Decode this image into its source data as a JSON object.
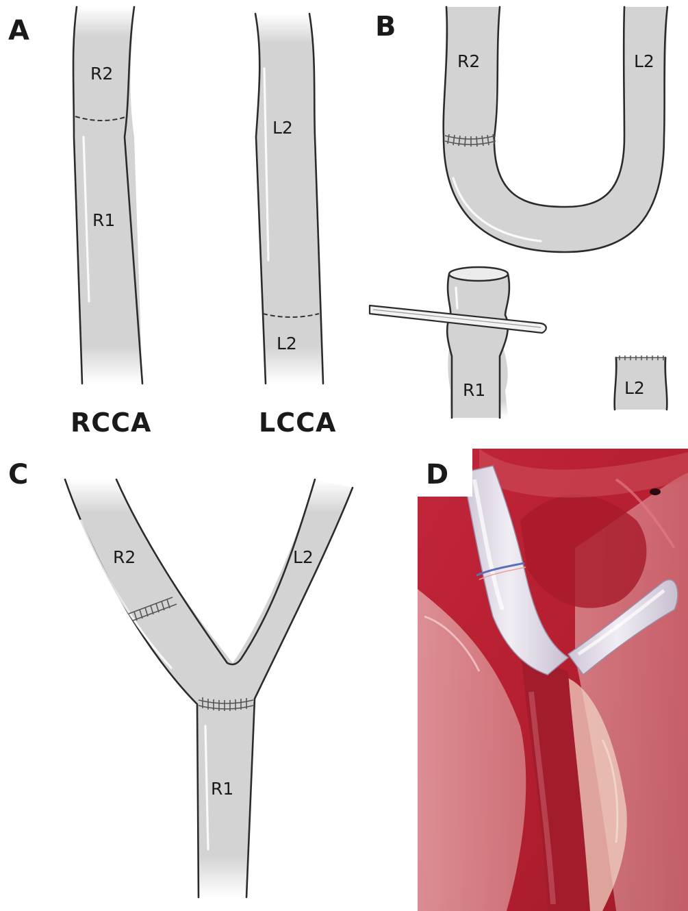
{
  "colors": {
    "vessel_fill": "#d3d3d3",
    "vessel_edge": "#2b2b2b",
    "tissue_red": "#b8202c",
    "artery_white": "#e9e4ee"
  },
  "panels": {
    "a": {
      "letter": "A",
      "right_vessel": {
        "title": "RCCA",
        "upper_label": "R2",
        "lower_label": "R1"
      },
      "left_vessel": {
        "title": "LCCA",
        "upper_label": "L2",
        "lower_label": "L2"
      }
    },
    "b": {
      "letter": "B",
      "loop_left_label": "R2",
      "loop_right_label": "L2",
      "clamped_label": "R1",
      "stump_label": "L2"
    },
    "c": {
      "letter": "C",
      "left_branch_label": "R2",
      "right_branch_label": "L2",
      "trunk_label": "R1"
    },
    "d": {
      "letter": "D"
    }
  }
}
